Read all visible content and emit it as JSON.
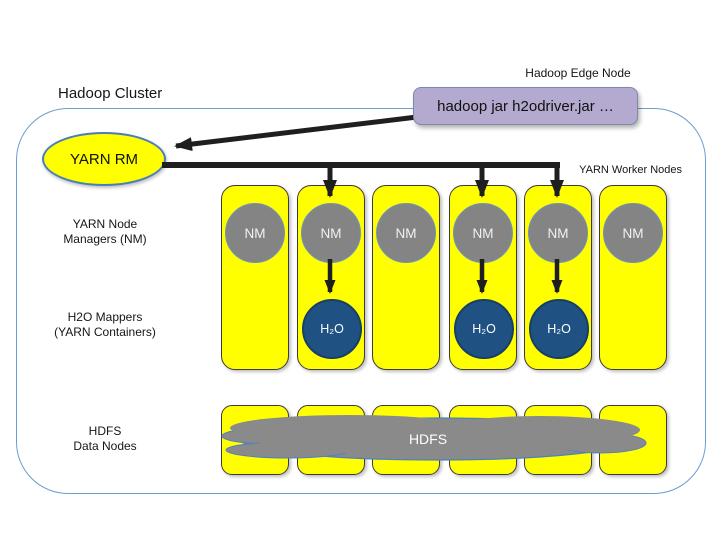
{
  "title": "Hadoop Cluster",
  "edge_node": {
    "label": "Hadoop Edge Node",
    "command": "hadoop jar h2odriver.jar …"
  },
  "yarn_rm": {
    "label": "YARN RM"
  },
  "cluster": {
    "worker_nodes_label": "YARN Worker Nodes",
    "worker_count": 6,
    "datanode_count": 6,
    "h2o_worker_indexes": [
      2,
      4,
      5
    ]
  },
  "left_labels": {
    "nm": {
      "line1": "YARN Node",
      "line2": "Managers (NM)"
    },
    "h2o": {
      "line1": "H2O Mappers",
      "line2": "(YARN Containers)"
    },
    "hdfs": {
      "line1": "HDFS",
      "line2": "Data Nodes"
    }
  },
  "nodes": {
    "nm_label": "NM",
    "h2o_label": "H₂O"
  },
  "hdfs": {
    "label": "HDFS"
  },
  "colors": {
    "node_yellow": "#FFFF00",
    "nm_gray": "#848484",
    "h2o_blue": "#1F5282",
    "hdfs_cloud_gray": "#8A8A8A",
    "edge_node_purple": "#B4A9CE",
    "cluster_border_blue": "#6E9CD0",
    "cloud_outline_blue": "#4F81BD",
    "arrow_black": "#1F1F1F"
  }
}
